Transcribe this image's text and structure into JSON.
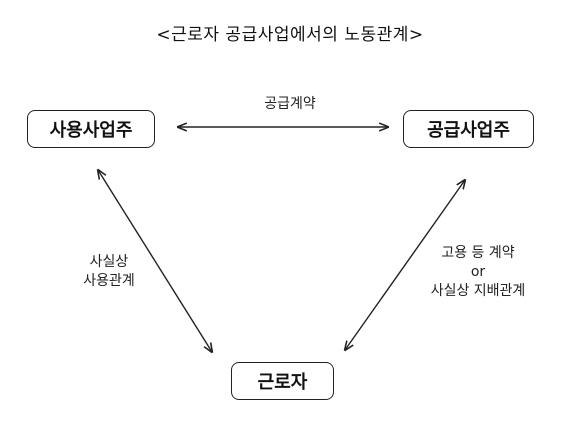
{
  "title": "<근로자 공급사업에서의 노동관계>",
  "nodes": {
    "user_employer": "사용사업주",
    "supplier_employer": "공급사업주",
    "worker": "근로자"
  },
  "edges": {
    "top": "공급계약",
    "left": [
      "사실상",
      "사용관계"
    ],
    "right": [
      "고용 등 계약",
      "or",
      "사실상 지배관계"
    ]
  }
}
